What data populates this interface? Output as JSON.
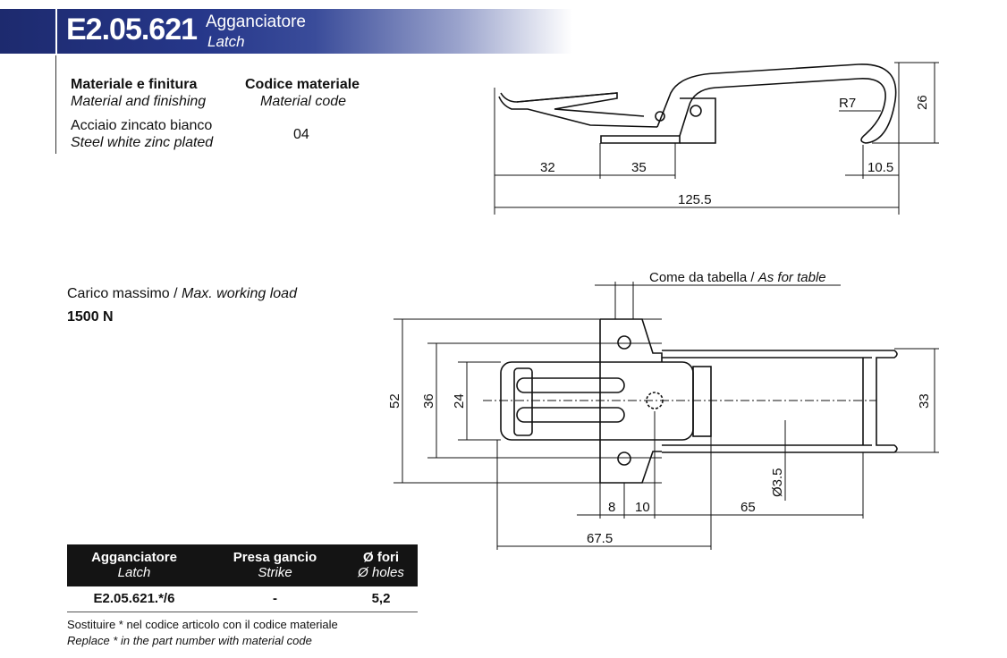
{
  "header": {
    "code": "E2.05.621",
    "title_it": "Agganciatore",
    "title_en": "Latch"
  },
  "material": {
    "heading_it": "Materiale e finitura",
    "heading_en": "Material and finishing",
    "value_it": "Acciaio zincato bianco",
    "value_en": "Steel white zinc plated",
    "code_heading_it": "Codice materiale",
    "code_heading_en": "Material code",
    "code_value": "04"
  },
  "load": {
    "label_it": "Carico massimo / ",
    "label_en": "Max. working load",
    "value": "1500 N"
  },
  "drawing_side": {
    "dims": [
      "32",
      "35",
      "125.5",
      "10.5",
      "R7",
      "26"
    ]
  },
  "drawing_top": {
    "note_it": "Come da tabella / ",
    "note_en": "As for table",
    "dims": [
      "52",
      "36",
      "24",
      "33",
      "8",
      "10",
      "65",
      "67.5",
      "Ø3.5"
    ]
  },
  "table": {
    "headers": [
      {
        "it": "Agganciatore",
        "en": "Latch"
      },
      {
        "it": "Presa gancio",
        "en": "Strike"
      },
      {
        "it": "Ø fori",
        "en": "Ø holes"
      }
    ],
    "rows": [
      [
        "E2.05.621.*/6",
        "-",
        "5,2"
      ]
    ]
  },
  "footnote": {
    "it": "Sostituire * nel codice articolo con il codice materiale",
    "en": "Replace * in the part number with material code"
  }
}
